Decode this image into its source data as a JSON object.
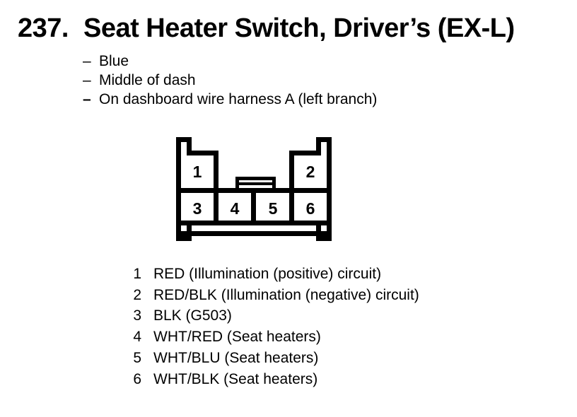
{
  "page": {
    "background_color": "#ffffff",
    "ink_color": "#000000"
  },
  "title": {
    "number": "237.",
    "text": "Seat Heater Switch, Driver’s (EX-L)"
  },
  "bullets": [
    {
      "dash": "–",
      "text": "Blue"
    },
    {
      "dash": "–",
      "text": "Middle of dash"
    },
    {
      "dash": "–",
      "text": "On dashboard wire harness A (left branch)"
    }
  ],
  "connector": {
    "kind": "6-cavity connector face view with center latch",
    "pins": {
      "p1": "1",
      "p2": "2",
      "p3": "3",
      "p4": "4",
      "p5": "5",
      "p6": "6"
    }
  },
  "pins": [
    {
      "num": "1",
      "desc": "RED (Illumination (positive) circuit)"
    },
    {
      "num": "2",
      "desc": "RED/BLK (Illumination (negative) circuit)"
    },
    {
      "num": "3",
      "desc": "BLK (G503)"
    },
    {
      "num": "4",
      "desc": "WHT/RED (Seat heaters)"
    },
    {
      "num": "5",
      "desc": "WHT/BLU (Seat heaters)"
    },
    {
      "num": "6",
      "desc": "WHT/BLK (Seat heaters)"
    }
  ]
}
